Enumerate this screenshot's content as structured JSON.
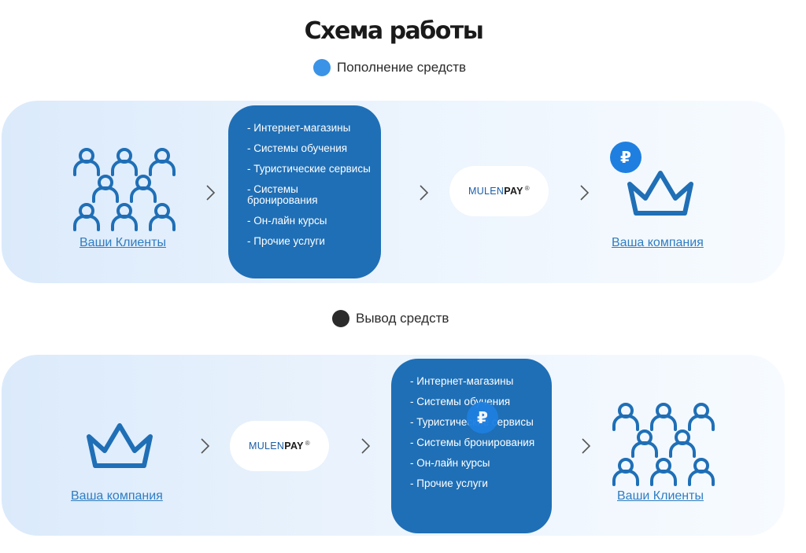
{
  "title": "Схема работы",
  "colors": {
    "accent_blue": "#3a93e6",
    "panel_blue": "#1f6fb6",
    "link_blue": "#2f7dc1",
    "dark": "#2b2b2b"
  },
  "deposit": {
    "legend_label": "Пополнение средств",
    "clients_label": "Ваши Клиенты",
    "services": [
      "- Интернет-магазины",
      "- Системы обучения",
      "- Туристические сервисы",
      "- Системы бронирования",
      "- Он-лайн курсы",
      "- Прочие услуги"
    ],
    "gateway_logo": {
      "part1": "MULEN",
      "part2": "PAY",
      "mark": "®"
    },
    "company_label": "Ваша компания",
    "currency_icon": "₽"
  },
  "withdrawal": {
    "legend_label": "Вывод средств",
    "company_label": "Ваша компания",
    "gateway_logo": {
      "part1": "MULEN",
      "part2": "PAY",
      "mark": "®"
    },
    "services": [
      "- Интернет-магазины",
      "- Системы обучения",
      "- Туристические сервисы",
      "- Системы бронирования",
      "- Он-лайн курсы",
      "- Прочие услуги"
    ],
    "clients_label": "Ваши Клиенты",
    "currency_icon": "₽"
  }
}
